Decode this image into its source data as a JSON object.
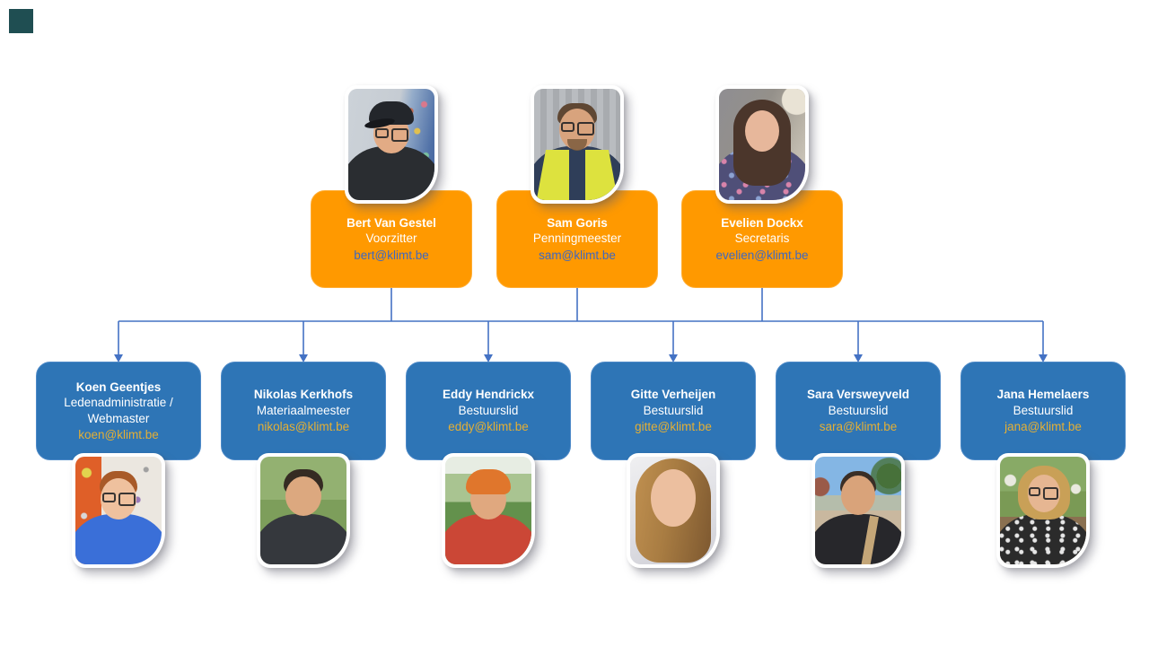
{
  "slide": {
    "background_color": "#FFFFFF",
    "corner_square_color": "#1F4E52"
  },
  "colors": {
    "top_box_fill": "#FF9900",
    "bottom_box_fill": "#2E75B6",
    "connector_line": "#4472C4",
    "email_on_orange": "#3E68C0",
    "email_on_blue": "#E4AF35",
    "text": "#FFFFFF"
  },
  "org_chart": {
    "top_row": [
      {
        "name": "Bert Van Gestel",
        "role": "Voorzitter",
        "email": "bert@klimt.be"
      },
      {
        "name": "Sam Goris",
        "role": "Penningmeester",
        "email": "sam@klimt.be"
      },
      {
        "name": "Evelien Dockx",
        "role": "Secretaris",
        "email": "evelien@klimt.be"
      }
    ],
    "bottom_row": [
      {
        "name": "Koen Geentjes",
        "role": "Ledenadministratie / Webmaster",
        "email": "koen@klimt.be"
      },
      {
        "name": "Nikolas Kerkhofs",
        "role": "Materiaalmeester",
        "email": "nikolas@klimt.be"
      },
      {
        "name": "Eddy Hendrickx",
        "role": "Bestuurslid",
        "email": "eddy@klimt.be"
      },
      {
        "name": "Gitte Verheijen",
        "role": "Bestuurslid",
        "email": "gitte@klimt.be"
      },
      {
        "name": "Sara Versweyveld",
        "role": "Bestuurslid",
        "email": "sara@klimt.be"
      },
      {
        "name": "Jana Hemelaers",
        "role": "Bestuurslid",
        "email": "jana@klimt.be"
      }
    ]
  }
}
